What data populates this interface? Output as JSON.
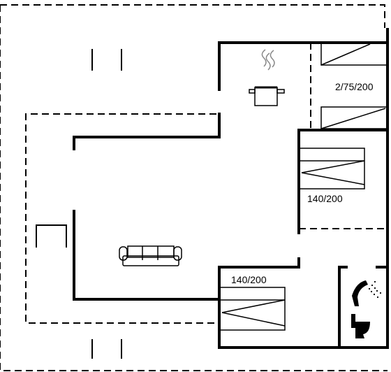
{
  "floorplan": {
    "labels": {
      "bunk_bed": "2/75/200",
      "bed_right": "140/200",
      "bed_bottom": "140/200"
    },
    "icons": [
      "stove-pot-icon",
      "sofa-icon",
      "shower-icon",
      "toilet-icon"
    ],
    "colors": {
      "wall": "#000000",
      "background": "#ffffff"
    }
  }
}
